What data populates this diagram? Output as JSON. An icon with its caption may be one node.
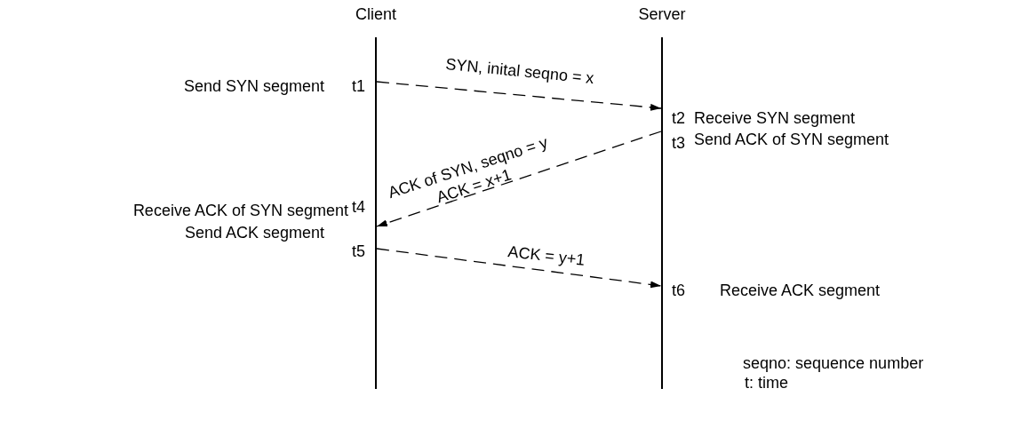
{
  "diagram": {
    "nodes": [
      {
        "text": [
          "Client"
        ]
      },
      {
        "text": [
          "Server"
        ]
      }
    ],
    "edges": [
      {
        "from": 0,
        "to": 1,
        "arrow": "to",
        "style": "dashed",
        "label": "SYN, inital seqno = x"
      },
      {
        "from": 1,
        "to": 0,
        "arrow": "to",
        "style": "dashed",
        "label": "ACK of SYN, seqno = y ACK = x+1"
      },
      {
        "from": 0,
        "to": 1,
        "arrow": "to",
        "style": "dashed",
        "label": "ACK = y+1"
      }
    ],
    "labels": [
      "Send SYN segment",
      "t1",
      "t2",
      "Receive SYN segment",
      "Send ACK of SYN segment",
      "t3",
      "t4",
      "Receive ACK of SYN segment",
      "Send ACK segment",
      "t5",
      "t6",
      "Receive ACK segment",
      "seqno: sequence number",
      "t: time"
    ]
  }
}
